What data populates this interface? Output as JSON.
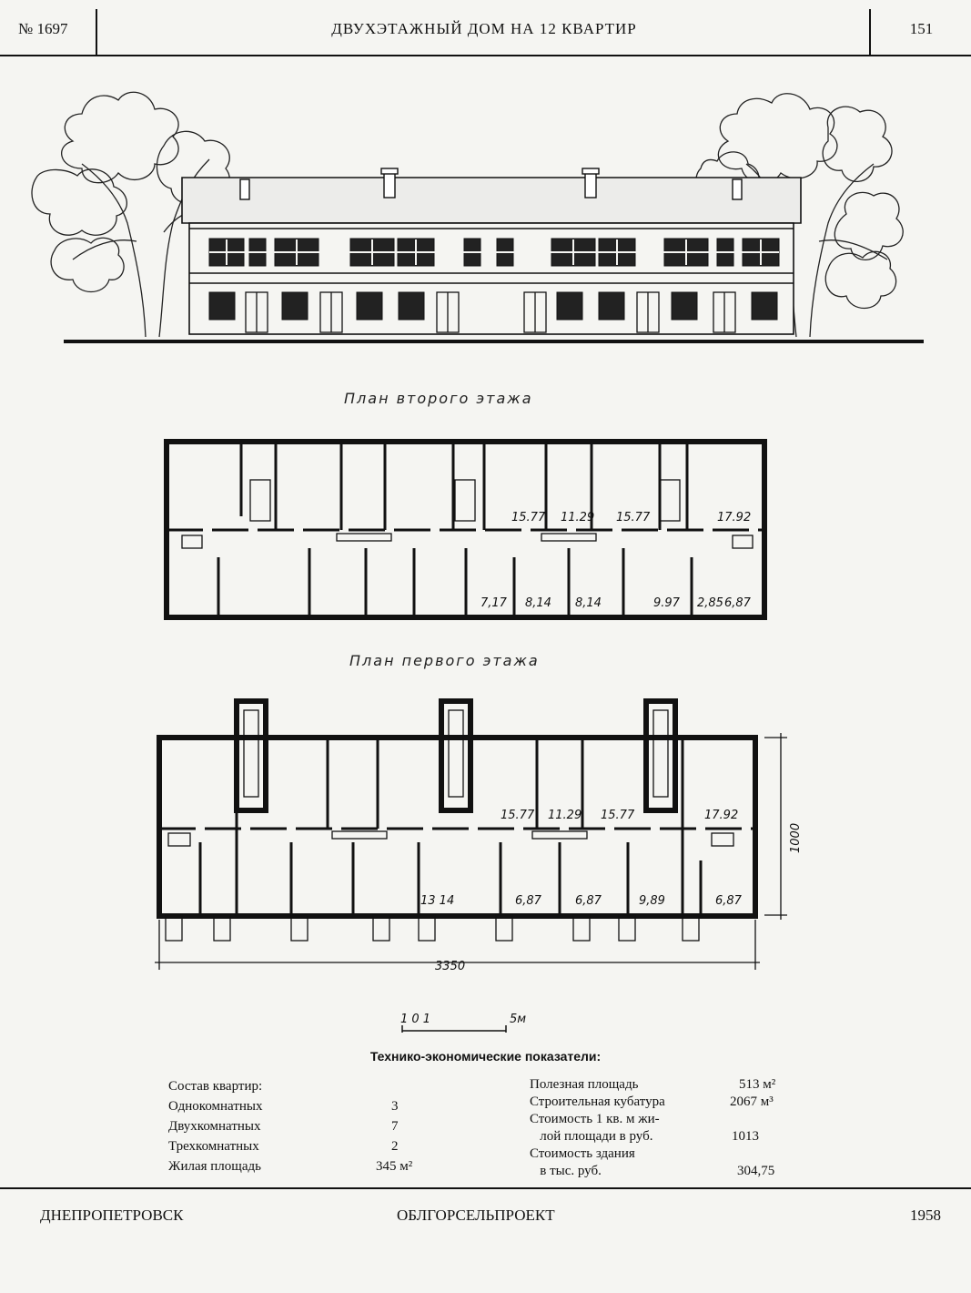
{
  "header": {
    "number": "№ 1697",
    "title": "ДВУХЭТАЖНЫЙ ДОМ НА 12 КВАРТИР",
    "page": "151"
  },
  "plans": {
    "second_floor_title": "План второго этажа",
    "first_floor_title": "План первого этажа",
    "second_floor_areas": {
      "upper": [
        "15.77",
        "11.29",
        "15.77",
        "17.92"
      ],
      "lower": [
        "7,17",
        "8,14",
        "8,14",
        "9.97",
        "2,85",
        "6,87"
      ]
    },
    "first_floor_areas": {
      "upper": [
        "15.77",
        "11.29",
        "15.77",
        "17.92"
      ],
      "lower": [
        "13 14",
        "6,87",
        "6,87",
        "9,89",
        "6,87"
      ]
    },
    "dimensions": {
      "width": "3350",
      "depth": "1000"
    }
  },
  "scale_bar": {
    "left": "1 0 1",
    "right": "5м"
  },
  "indicators": {
    "title": "Технико-экономические показатели:",
    "left": [
      {
        "label": "Состав квартир:",
        "value": ""
      },
      {
        "label": "Однокомнатных",
        "value": "3"
      },
      {
        "label": "Двухкомнатных",
        "value": "7"
      },
      {
        "label": "Трехкомнатных",
        "value": "2"
      },
      {
        "label": "Жилая площадь",
        "value": "345 м²"
      }
    ],
    "right": [
      {
        "label": "Полезная площадь",
        "value": "513 м²"
      },
      {
        "label": "Строительная кубатура",
        "value": "2067 м³"
      },
      {
        "label": "Стоимость 1 кв. м жи-",
        "value": ""
      },
      {
        "label": "   лой площади в руб.",
        "value": "1013"
      },
      {
        "label": "Стоимость здания",
        "value": ""
      },
      {
        "label": "   в тыс. руб.",
        "value": "304,75"
      }
    ]
  },
  "footer": {
    "city": "ДНЕПРОПЕТРОВСК",
    "organization": "ОБЛГОРСЕЛЬПРОЕКТ",
    "year": "1958"
  }
}
